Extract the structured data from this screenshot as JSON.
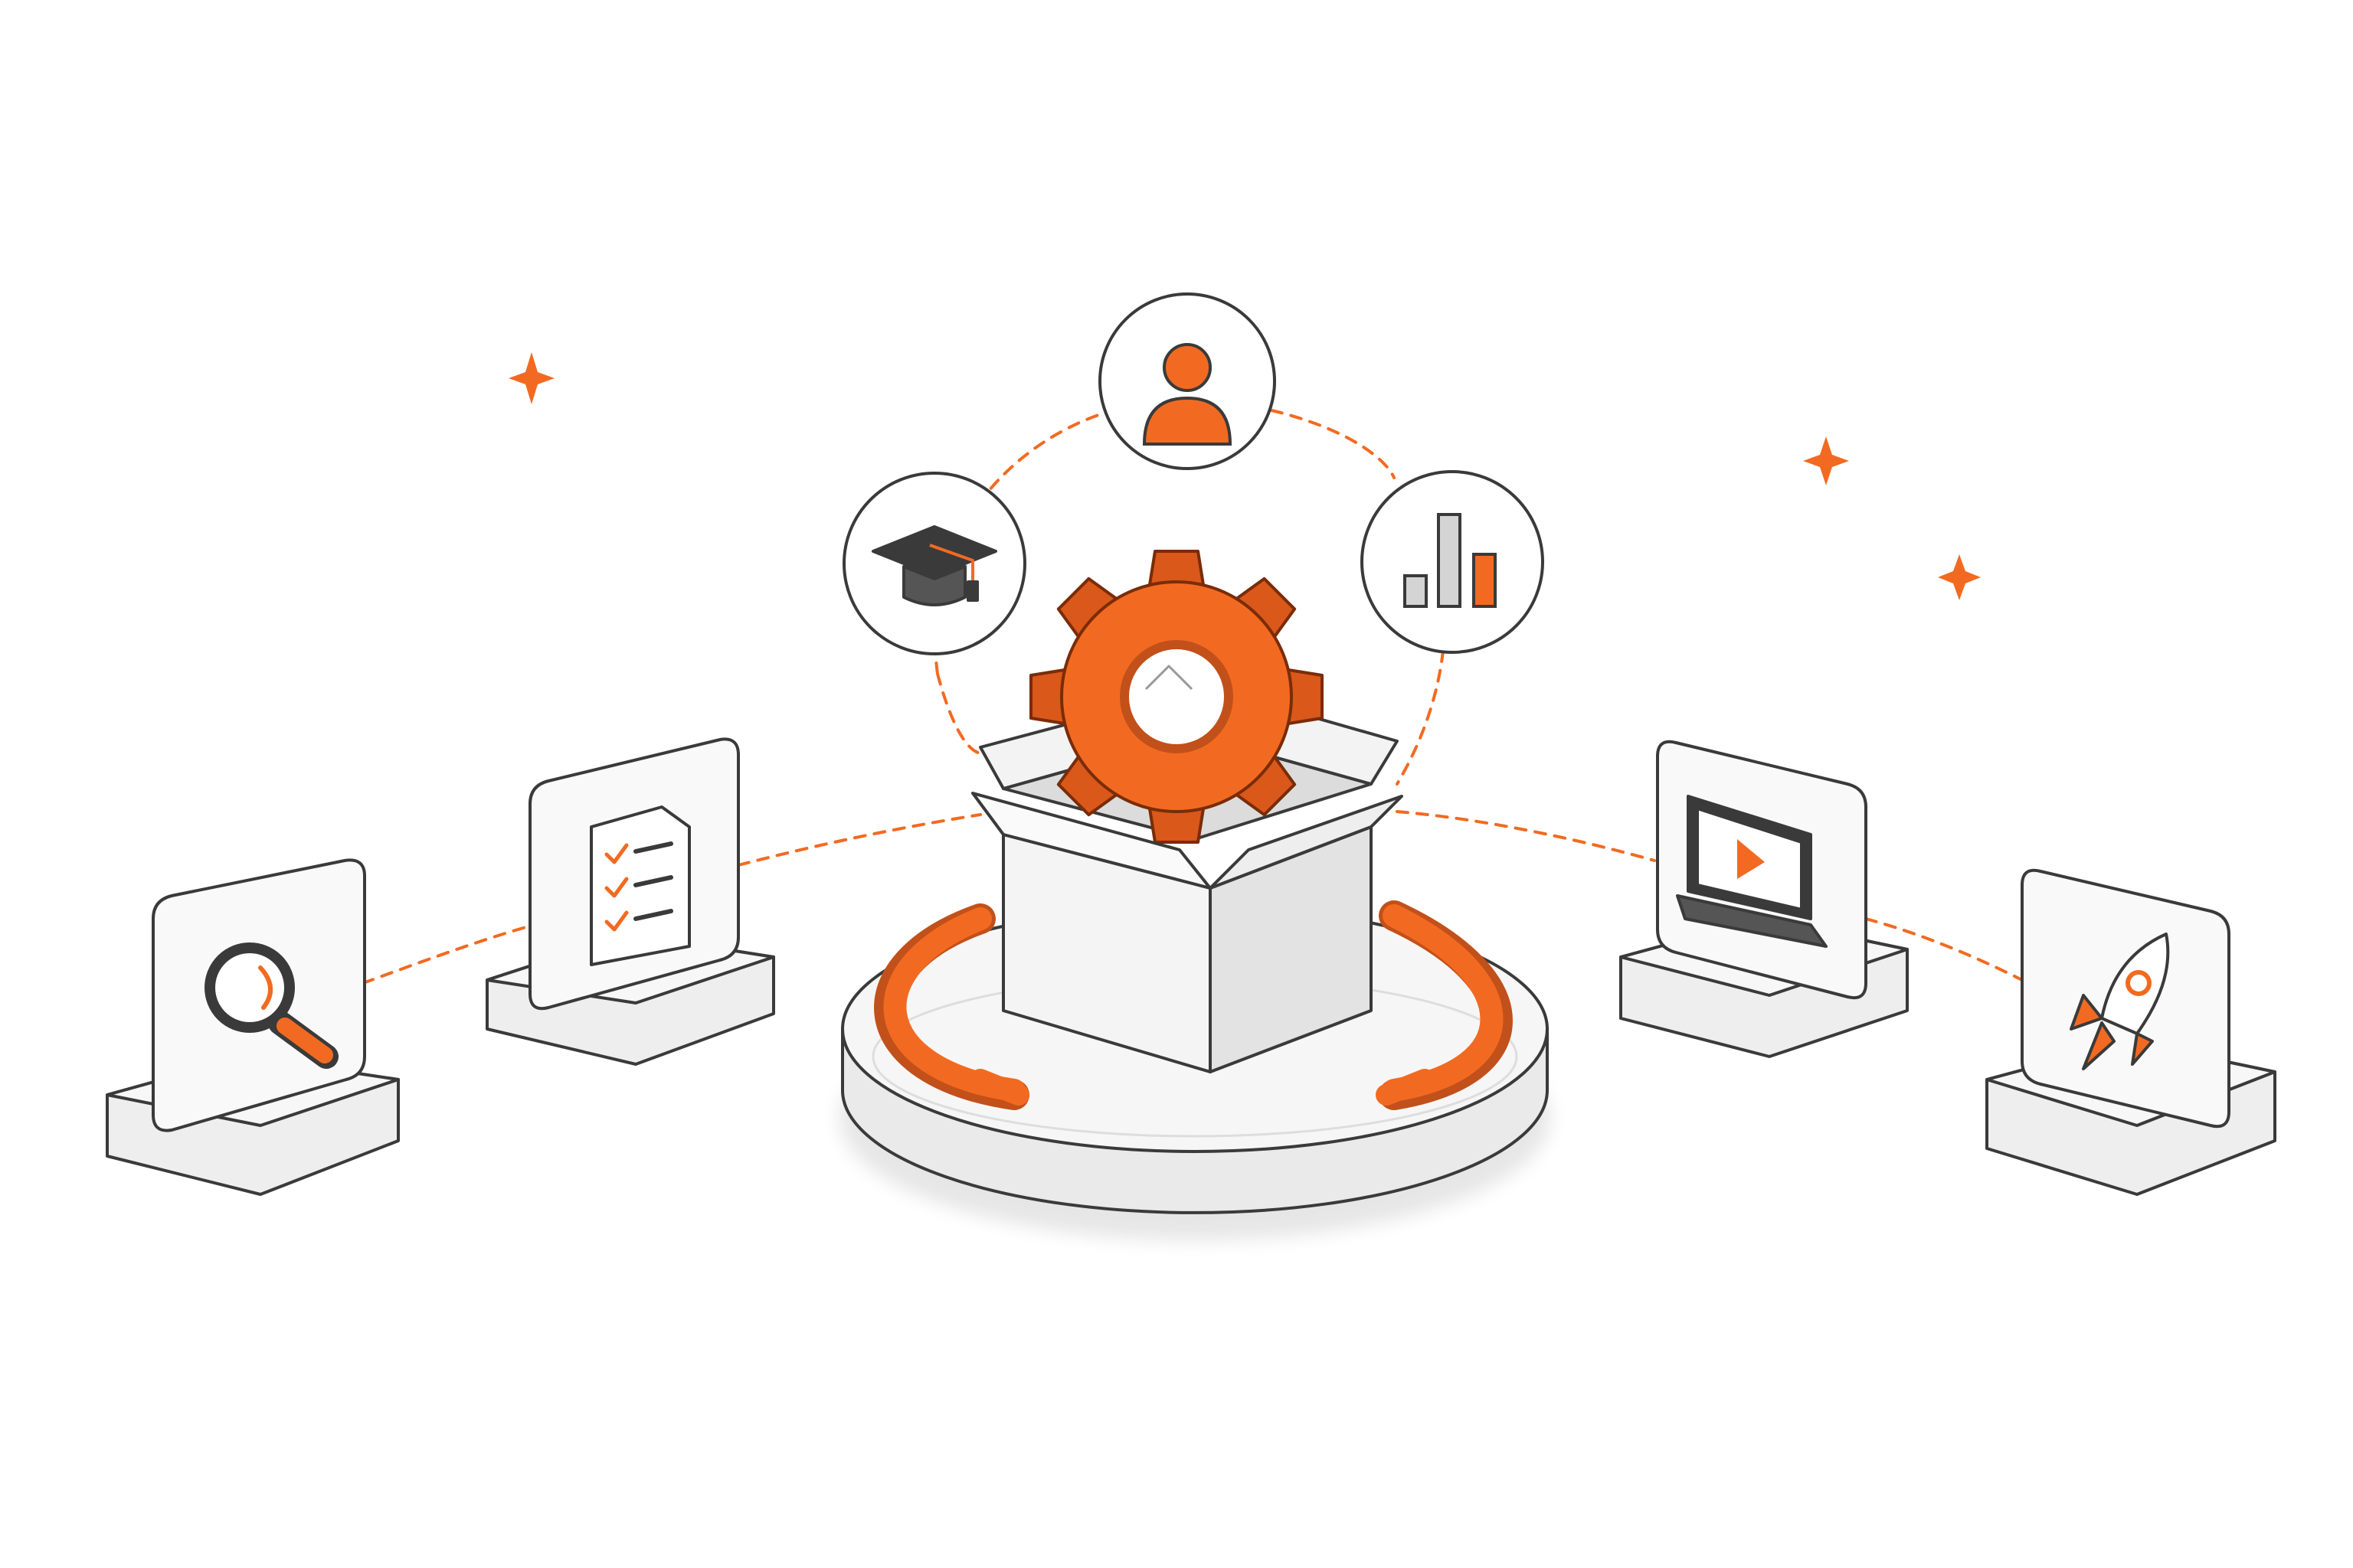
{
  "colors": {
    "accent": "#f26a21",
    "outline": "#3a3a3a",
    "tile_face": "#f9f9f9",
    "tile_base": "#ececec",
    "box": "#f2f2f2",
    "platform": "#f5f5f5",
    "background": "#ffffff"
  },
  "center": {
    "items": [
      "gear-icon",
      "open-box",
      "circular-platform",
      "orange-arc-ring"
    ]
  },
  "orbit_icons": [
    "graduation-cap-icon",
    "user-icon",
    "bar-chart-icon"
  ],
  "tiles": [
    "magnifier-icon",
    "checklist-icon",
    "video-laptop-icon",
    "rocket-icon"
  ],
  "sparkles": 3
}
